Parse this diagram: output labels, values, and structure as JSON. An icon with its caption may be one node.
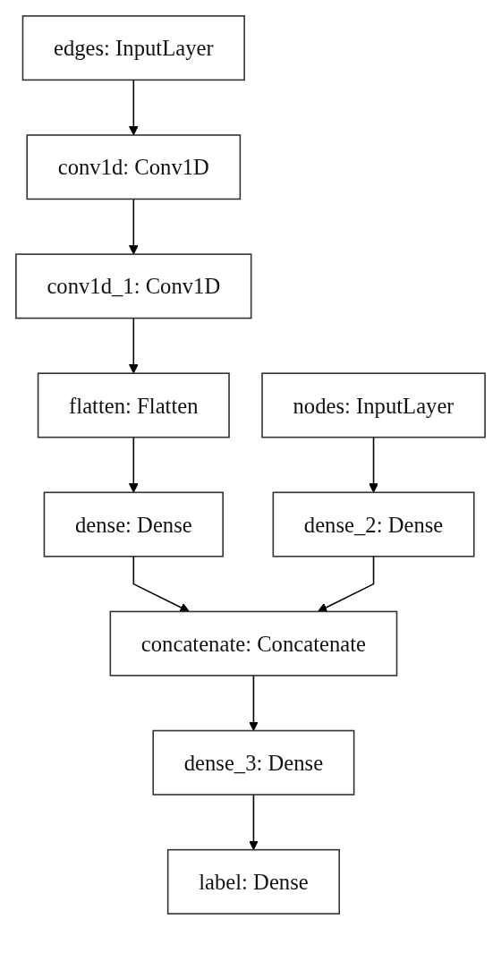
{
  "diagram": {
    "nodes": [
      {
        "text": [
          "edges: InputLayer"
        ]
      },
      {
        "text": [
          "conv1d: Conv1D"
        ]
      },
      {
        "text": [
          "conv1d_1: Conv1D"
        ]
      },
      {
        "text": [
          "flatten: Flatten"
        ]
      },
      {
        "text": [
          "nodes: InputLayer"
        ]
      },
      {
        "text": [
          "dense: Dense"
        ]
      },
      {
        "text": [
          "dense_2: Dense"
        ]
      },
      {
        "text": [
          "concatenate: Concatenate"
        ]
      },
      {
        "text": [
          "dense_3: Dense"
        ]
      },
      {
        "text": [
          "label: Dense"
        ]
      }
    ],
    "edges": [
      {
        "from": 0,
        "to": 1,
        "arrow": "to"
      },
      {
        "from": 1,
        "to": 2,
        "arrow": "to"
      },
      {
        "from": 2,
        "to": 3,
        "arrow": "to"
      },
      {
        "from": 3,
        "to": 5,
        "arrow": "to"
      },
      {
        "from": 4,
        "to": 6,
        "arrow": "to"
      },
      {
        "from": 5,
        "to": 7,
        "arrow": "to"
      },
      {
        "from": 6,
        "to": 7,
        "arrow": "to"
      },
      {
        "from": 7,
        "to": 8,
        "arrow": "to"
      },
      {
        "from": 8,
        "to": 9,
        "arrow": "to"
      }
    ]
  }
}
